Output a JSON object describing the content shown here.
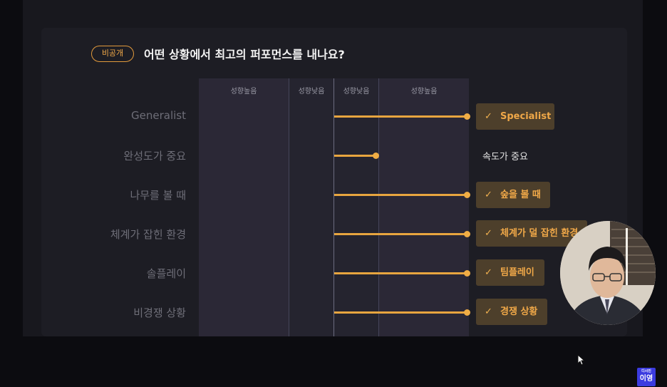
{
  "header": {
    "badge": "비공개",
    "title": "어떤 상황에서 최고의 퍼포먼스를 내나요?"
  },
  "columns": [
    {
      "label": "성향높음"
    },
    {
      "label": "성향낮음"
    },
    {
      "label": "성향낮음"
    },
    {
      "label": "성향높음"
    }
  ],
  "rows": [
    {
      "left": "Generalist",
      "right": "Specialist",
      "selected": true
    },
    {
      "left": "완성도가 중요",
      "right": "속도가 중요",
      "selected": false
    },
    {
      "left": "나무를 볼 때",
      "right": "숲을 볼 때",
      "selected": true
    },
    {
      "left": "체계가 잡힌 환경",
      "right": "체계가 덜 잡힌 환경",
      "selected": true
    },
    {
      "left": "솔플레이",
      "right": "팀플레이",
      "selected": true
    },
    {
      "left": "비경쟁 상황",
      "right": "경쟁 상황",
      "selected": true
    }
  ],
  "check_glyph": "✓",
  "brand": {
    "small": "디시인",
    "name": "이영"
  },
  "colors": {
    "accent": "#f0a848",
    "zone_dark": "#2a2734",
    "zone_light": "#232230"
  }
}
